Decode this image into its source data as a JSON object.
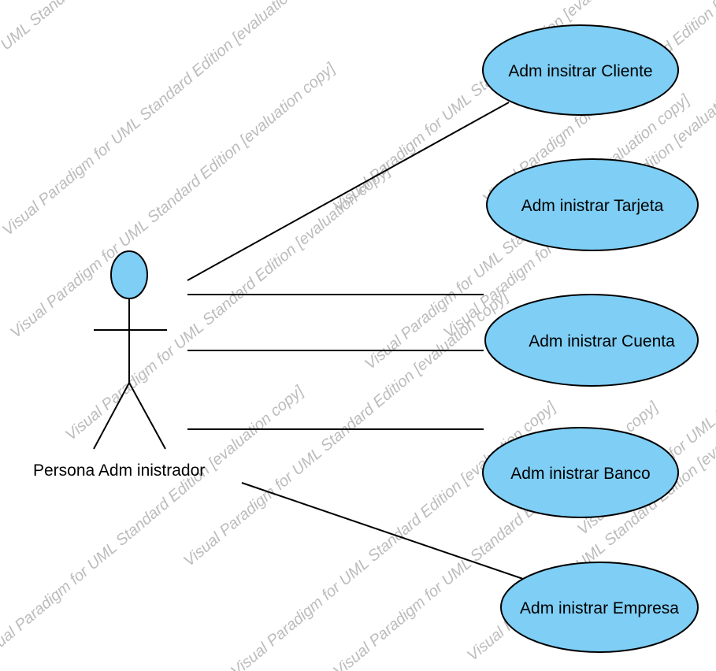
{
  "diagram": {
    "actor": {
      "name": "Persona Adm inistrador"
    },
    "use_cases": [
      {
        "label": "Adm insitrar Cliente"
      },
      {
        "label": "Adm inistrar Tarjeta"
      },
      {
        "label": "Adm inistrar Cuenta"
      },
      {
        "label": "Adm inistrar Banco"
      },
      {
        "label": "Adm inistrar Empresa"
      }
    ],
    "watermark": "Visual Paradigm for UML Standard Edition [evaluation copy]",
    "colors": {
      "use_case_fill": "#7ecef5",
      "actor_head_fill": "#7ecef5",
      "line": "#000000",
      "watermark": "#b5b5b5"
    }
  }
}
